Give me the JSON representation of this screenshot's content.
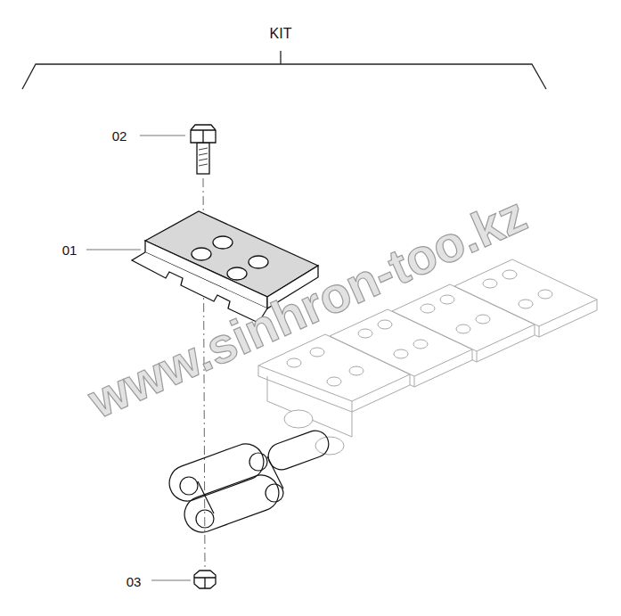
{
  "diagram": {
    "labels": [
      "KIT",
      "02",
      "01",
      "03",
      "www.sinhron-too.kz"
    ]
  }
}
